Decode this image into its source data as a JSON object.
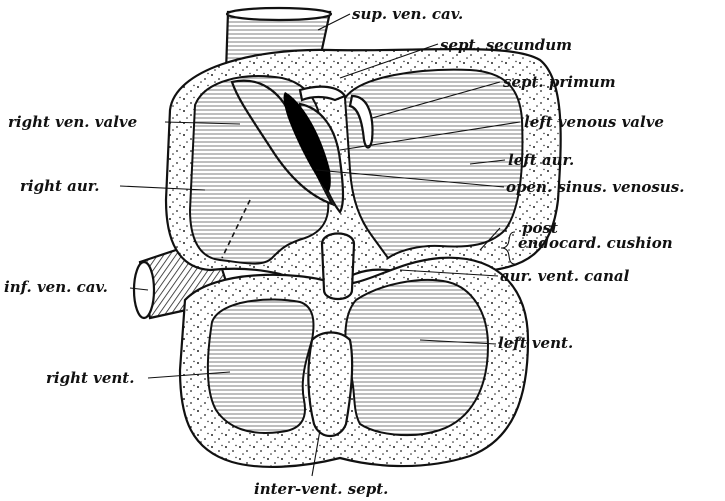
{
  "labels": {
    "sup_ven_cav": "sup. ven. cav.",
    "sept_secundum": "sept. secundum",
    "sept_primum": "sept. primum",
    "right_ven_valve": "right ven. valve",
    "left_venous_valve": "left venous valve",
    "right_aur": "right aur.",
    "left_aur": "left aur.",
    "open_sinus_venosus": "open. sinus. venosus.",
    "post": "post",
    "endocard_cushion": "endocard. cushion",
    "inf_ven_cav": "inf. ven. cav.",
    "aur_vent_canal": "aur. vent. canal",
    "left_vent": "left vent.",
    "right_vent": "right vent.",
    "inter_vent_sept": "inter-vent. sept."
  },
  "colors": {
    "ink": "#111111",
    "paper": "#ffffff"
  }
}
